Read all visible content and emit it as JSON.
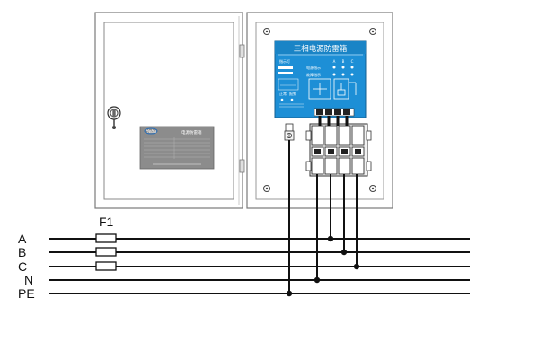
{
  "fuse_label": "F1",
  "lines": [
    {
      "label": "A"
    },
    {
      "label": "B"
    },
    {
      "label": "C"
    },
    {
      "label": "N"
    },
    {
      "label": "PE"
    }
  ],
  "spd_panel": {
    "title": "三相电源防雷箱",
    "indicator_label": "指示灯",
    "phase_labels": [
      "A",
      "B",
      "C"
    ],
    "row_labels": [
      "电源指示",
      "故障指示"
    ],
    "small_text": [
      "正常",
      "报警"
    ]
  },
  "nameplate": {
    "brand": "Heba",
    "title": "电源防雷箱"
  },
  "colors": {
    "panel_blue": "#1d8fd6",
    "wire": "#111111",
    "cabinet_line": "#7a7a7a"
  }
}
